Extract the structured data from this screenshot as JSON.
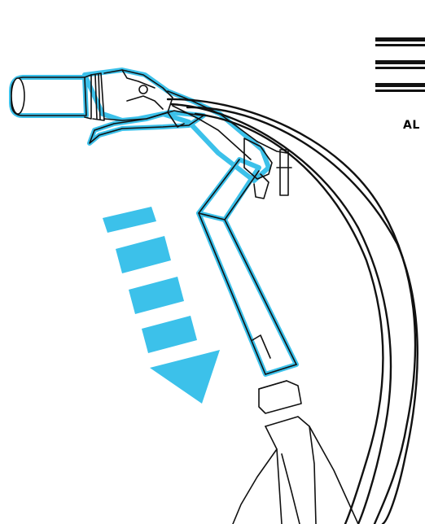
{
  "diagram": {
    "label_text": "AL",
    "colors": {
      "ink": "#111111",
      "accent": "#3cc1ea",
      "background": "#ffffff"
    },
    "icons": {
      "arrow": "downward-dashed-arrow",
      "menu": "three-line-bars"
    }
  }
}
